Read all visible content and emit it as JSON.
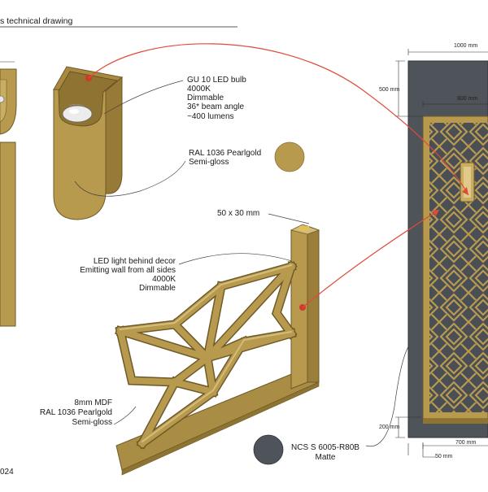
{
  "header": {
    "title": "s technical drawing"
  },
  "callouts": {
    "bulb": [
      "GU 10 LED bulb",
      "4000K",
      "Dimmable",
      "36* beam angle",
      "~400 lumens"
    ],
    "finish": [
      "RAL 1036 Pearlgold",
      "Semi-gloss"
    ],
    "profile": "50 x 30 mm",
    "led_decor": [
      "LED light  behind decor",
      "Emitting wall from all sides",
      "4000K",
      "Dimmable"
    ],
    "material": [
      "8mm MDF",
      "RAL 1036 Pearlgold",
      "Semi-gloss"
    ],
    "wall": [
      "NCS S 6005-R80B",
      "Matte"
    ]
  },
  "dimensions": {
    "width_total": "1000 mm",
    "width_inner": "800 mm",
    "top_height": "500 mm",
    "bottom_height": "200 mm",
    "bottom_width": "700 mm",
    "offset": "50 mm"
  },
  "footer": {
    "year": "024"
  },
  "colors": {
    "gold": "#b89a4f",
    "gold_dark": "#8e7433",
    "gold_light": "#d4bd7a",
    "wall": "#4f535a",
    "wall_dark": "#3d4046",
    "leader": "#e04a3a"
  }
}
